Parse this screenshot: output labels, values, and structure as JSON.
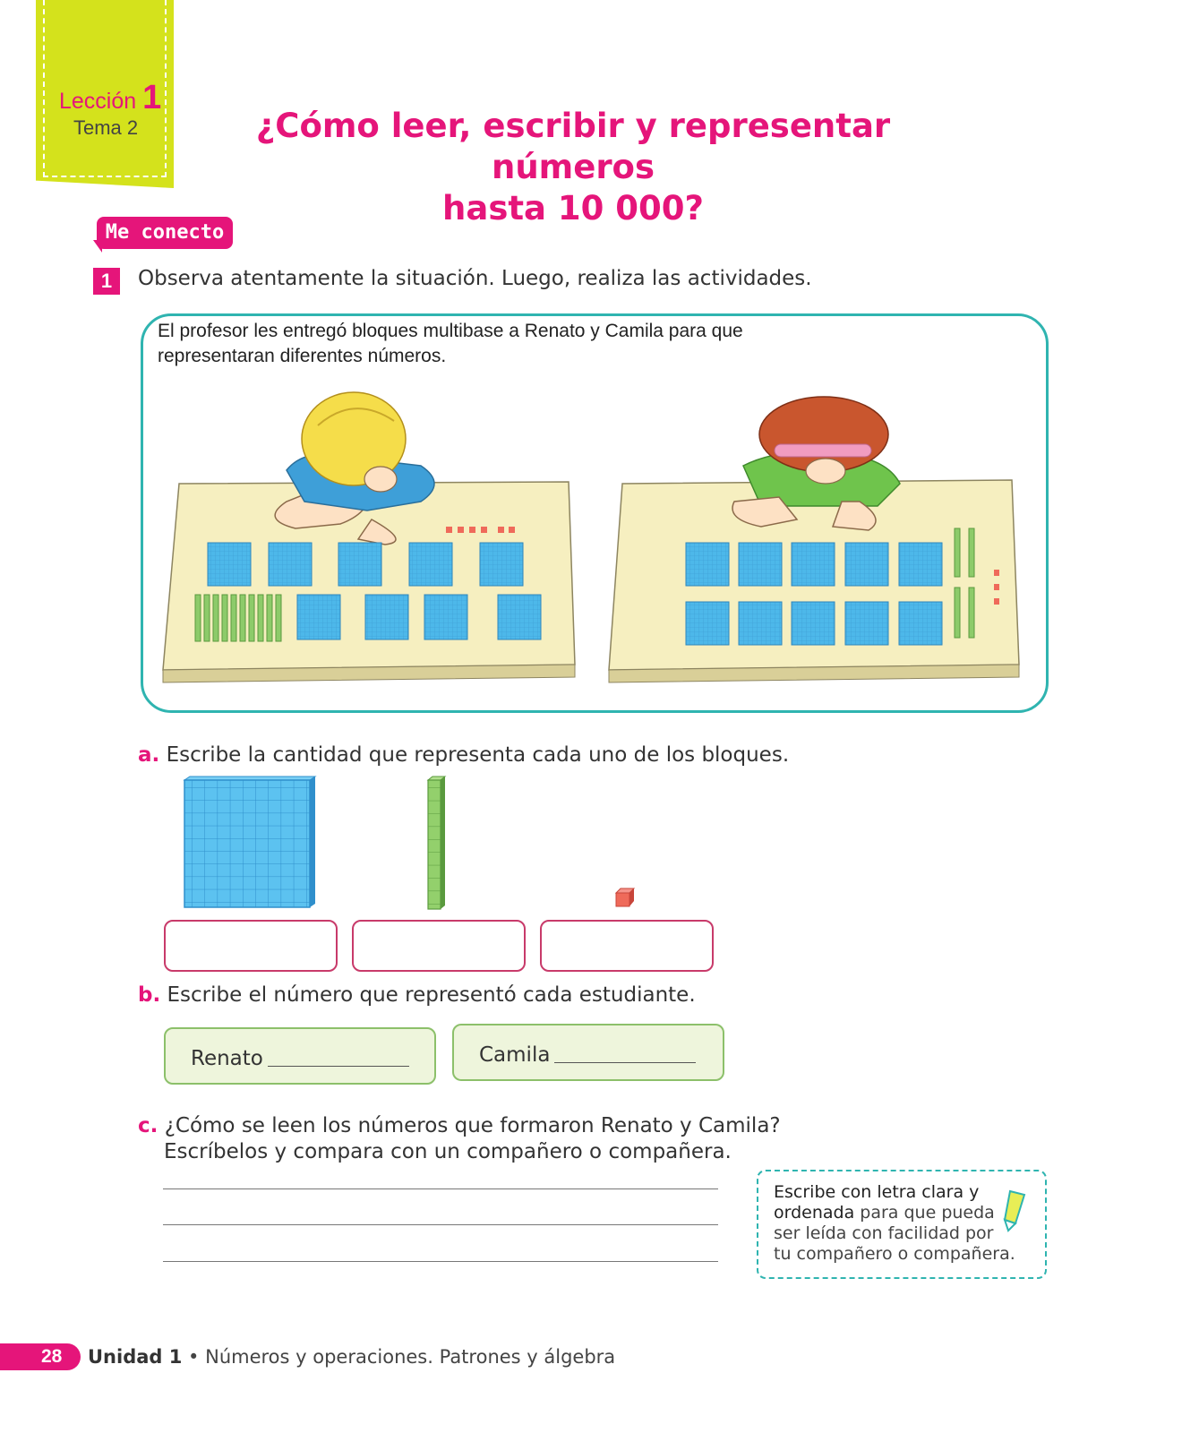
{
  "header": {
    "lesson_word": "Lección",
    "lesson_number": "1",
    "topic": "Tema 2",
    "title_line1": "¿Cómo leer, escribir y representar números",
    "title_line2": "hasta 10 000?"
  },
  "section": {
    "badge": "Me conecto",
    "activity_number": "1",
    "instruction": "Observa atentamente la situación. Luego, realiza las actividades."
  },
  "scene": {
    "text": "El profesor les entregó bloques multibase a Renato y Camila para que representaran diferentes números."
  },
  "question_a": {
    "letter": "a.",
    "text": "Escribe la cantidad que representa cada uno de los bloques."
  },
  "question_b": {
    "letter": "b.",
    "text": "Escribe el número que representó cada estudiante.",
    "student1": "Renato",
    "student2": "Camila"
  },
  "question_c": {
    "letter": "c.",
    "line1": "¿Cómo se leen los números que formaron Renato y Camila?",
    "line2": "Escríbelos y compara con un compañero o compañera."
  },
  "tip": {
    "bold": "Escribe con letra clara y ordenada",
    "rest": " para que pueda ser leída con facilidad por tu compañero o compañera."
  },
  "footer": {
    "page": "28",
    "unit": "Unidad 1",
    "bullet": " • ",
    "topic": "Números y operaciones. Patrones y álgebra"
  },
  "colors": {
    "accent": "#e5157a",
    "teal": "#2fb4b0",
    "lime": "#d4e21c",
    "block_blue": "#4db8ea",
    "rod_green": "#8dcb6a",
    "unit_red": "#ef6a5a"
  }
}
